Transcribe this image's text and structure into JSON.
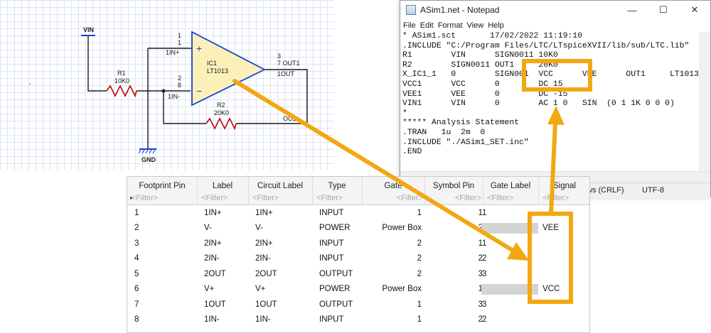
{
  "schematic": {
    "labels": {
      "vin": "VIN",
      "r1_ref": "R1",
      "r1_value": "10K0",
      "r2_ref": "R2",
      "r2_value": "20K0",
      "gnd": "GND",
      "ic_ref": "IC1",
      "ic_part": "LT1013",
      "pin1_num": "1",
      "pin1_num2": "1",
      "pin1_name": "1IN+",
      "pin2_num": "2",
      "pin2_num2": "8",
      "pin2_name": "1IN-",
      "pin3_num": "3",
      "pin3_name": "7 OUT1",
      "pin3_net": "1OUT",
      "out_net": "OU1",
      "plus_sign": "+",
      "minus_sign": "−"
    }
  },
  "notepad": {
    "title": "ASim1.net - Notepad",
    "menu": [
      "File",
      "Edit",
      "Format",
      "View",
      "Help"
    ],
    "lines": [
      "* ASim1.sct       17/02/2022 11:19:10",
      ".INCLUDE \"C:/Program Files/LTC/LTspiceXVII/lib/sub/LTC.lib\"",
      "R1        VIN      SIGN0011 10K0",
      "R2        SIGN0011 OUT1     20K0",
      "X_IC1_1   0        SIGN001  VCC      VEE      OUT1     LT1013",
      "VCC1      VCC      0        DC 15",
      "VEE1      VEE      0        DC -15",
      "VIN1      VIN      0        AC 1 0   SIN  (0 1 1K 0 0 0)",
      "*",
      "***** Analysis Statement",
      ".TRAN   1u  2m  0",
      ".INCLUDE \"./ASim1_SET.inc\"",
      ".END"
    ],
    "status_eol": "ws (CRLF)",
    "status_encoding": "UTF-8",
    "minimize": "—",
    "maximize": "☐",
    "close": "✕"
  },
  "pin_table": {
    "columns": [
      "Footprint Pin",
      "Label",
      "Circuit Label",
      "Type",
      "Gate",
      "Symbol Pin",
      "Gate Label",
      "Signal"
    ],
    "filter_placeholder": "<Filter>",
    "row_marker": "▸",
    "rows": [
      {
        "footprint_pin": "1",
        "label": "1IN+",
        "circuit_label": "1IN+",
        "type": "INPUT",
        "gate": "1",
        "symbol_pin": "1",
        "gate_label": "1",
        "signal": ""
      },
      {
        "footprint_pin": "2",
        "label": "V-",
        "circuit_label": "V-",
        "type": "POWER",
        "gate": "Power Box",
        "symbol_pin": "2",
        "gate_label": "",
        "signal": "VEE"
      },
      {
        "footprint_pin": "3",
        "label": "2IN+",
        "circuit_label": "2IN+",
        "type": "INPUT",
        "gate": "2",
        "symbol_pin": "1",
        "gate_label": "1",
        "signal": ""
      },
      {
        "footprint_pin": "4",
        "label": "2IN-",
        "circuit_label": "2IN-",
        "type": "INPUT",
        "gate": "2",
        "symbol_pin": "2",
        "gate_label": "2",
        "signal": ""
      },
      {
        "footprint_pin": "5",
        "label": "2OUT",
        "circuit_label": "2OUT",
        "type": "OUTPUT",
        "gate": "2",
        "symbol_pin": "3",
        "gate_label": "3",
        "signal": ""
      },
      {
        "footprint_pin": "6",
        "label": "V+",
        "circuit_label": "V+",
        "type": "POWER",
        "gate": "Power Box",
        "symbol_pin": "1",
        "gate_label": "",
        "signal": "VCC"
      },
      {
        "footprint_pin": "7",
        "label": "1OUT",
        "circuit_label": "1OUT",
        "type": "OUTPUT",
        "gate": "1",
        "symbol_pin": "3",
        "gate_label": "3",
        "signal": ""
      },
      {
        "footprint_pin": "8",
        "label": "1IN-",
        "circuit_label": "1IN-",
        "type": "INPUT",
        "gate": "1",
        "symbol_pin": "2",
        "gate_label": "2",
        "signal": ""
      }
    ]
  },
  "colors": {
    "highlight_orange": "#f3a712",
    "wire_blue": "#1a3fd6",
    "opamp_fill": "#fbf0b8",
    "resistor_red": "#c00000"
  }
}
